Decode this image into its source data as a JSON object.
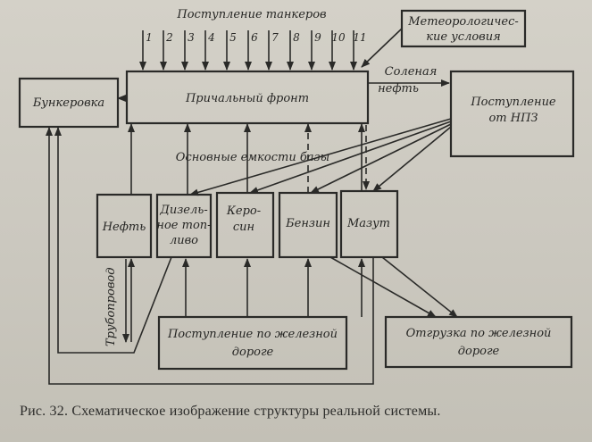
{
  "title": "Поступление танкеров",
  "tanker_numbers": [
    "1",
    "2",
    "3",
    "4",
    "5",
    "6",
    "7",
    "8",
    "9",
    "10",
    "11"
  ],
  "boxes": {
    "meteo": [
      "Метеорологичес-",
      "кие условия"
    ],
    "bunkering": "Бункеровка",
    "berth_front": "Причальный фронт",
    "refinery_in": [
      "Поступление",
      "от НПЗ"
    ],
    "oil": "Нефть",
    "diesel": [
      "Дизель-",
      "ное топ-",
      "ливо"
    ],
    "kerosene": [
      "Керо-",
      "син"
    ],
    "gasoline": "Бензин",
    "fuel_oil": "Мазут",
    "rail_in": [
      "Поступление по железной",
      "дороге"
    ],
    "rail_out": [
      "Отгрузка по железной",
      "дороге"
    ]
  },
  "labels": {
    "brackish_oil": [
      "Соленая",
      "нефть"
    ],
    "main_tanks": "Основные емкости базы",
    "pipeline": "Трубопровод"
  },
  "caption": "Рис. 32. Схематическое изображение структуры реальной системы."
}
